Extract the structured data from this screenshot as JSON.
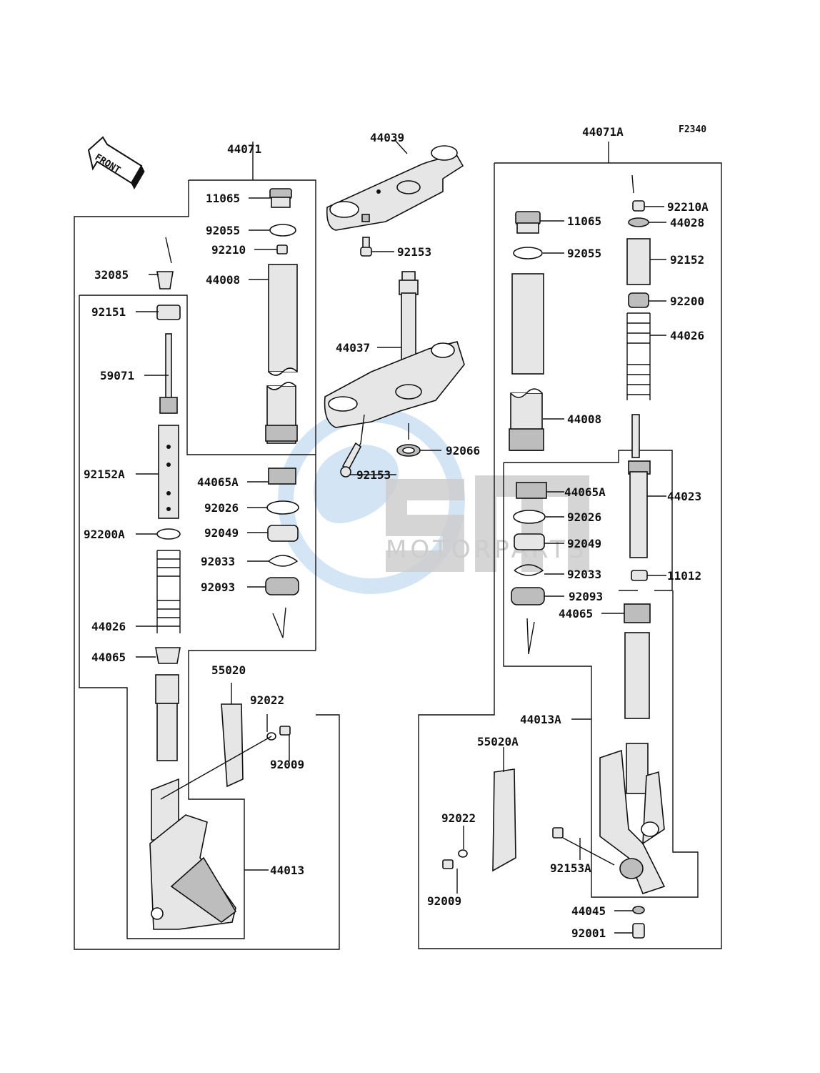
{
  "figure_code": "F2340",
  "front_arrow_label": "FRONT",
  "watermark": {
    "brand": "osm",
    "subtitle": "MOTORPARTS"
  },
  "colors": {
    "line": "#111111",
    "watermark_blue": "#cfe3f5",
    "watermark_gray": "#c8c8c8"
  },
  "labels": {
    "l44071": "44071",
    "l44039": "44039",
    "l44071A": "44071A",
    "l11065_left": "11065",
    "l92055_left": "92055",
    "l92210": "92210",
    "l32085": "32085",
    "l44008_left": "44008",
    "l92151": "92151",
    "l59071": "59071",
    "l92152A": "92152A",
    "l44065A_left": "44065A",
    "l92026_left": "92026",
    "l92200A": "92200A",
    "l92049_left": "92049",
    "l92033_left": "92033",
    "l92093_left": "92093",
    "l44026_left": "44026",
    "l44065_left": "44065",
    "l55020": "55020",
    "l92022_left": "92022",
    "l92009_left": "92009",
    "l44013": "44013",
    "l92153_top": "92153",
    "l44037": "44037",
    "l92066": "92066",
    "l92153_mid": "92153",
    "l92210A": "92210A",
    "l44028": "44028",
    "l11065_right": "11065",
    "l92055_right": "92055",
    "l92152": "92152",
    "l92200": "92200",
    "l44026_right": "44026",
    "l44008_right": "44008",
    "l44065A_right": "44065A",
    "l44023": "44023",
    "l92026_right": "92026",
    "l92049_right": "92049",
    "l92033_right": "92033",
    "l11012": "11012",
    "l92093_right": "92093",
    "l44065_right": "44065",
    "l44013A": "44013A",
    "l55020A": "55020A",
    "l92022_right": "92022",
    "l92153A": "92153A",
    "l92009_right": "92009",
    "l44045": "44045",
    "l92001": "92001"
  }
}
